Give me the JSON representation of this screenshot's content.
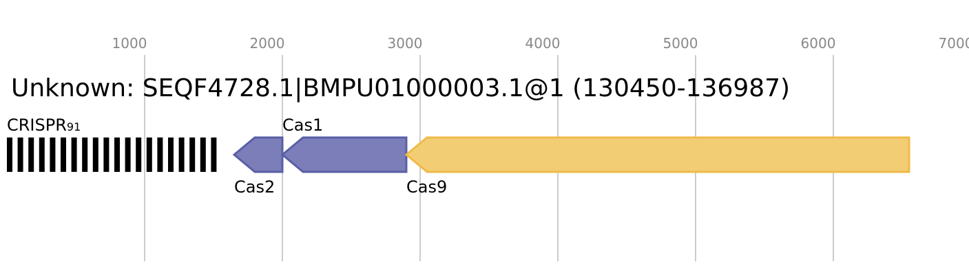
{
  "title": "Unknown: SEQF4728.1|BMPU01000003.1@1 (130450-136987)",
  "axis": {
    "ticks": [
      1000,
      2000,
      3000,
      4000,
      5000,
      6000,
      7000
    ],
    "tick_labels": [
      "1000",
      "2000",
      "3000",
      "4000",
      "5000",
      "6000",
      "7000"
    ]
  },
  "crispr": {
    "label": "CRISPR",
    "count": "91",
    "repeats": 20,
    "bar_color": "#000000"
  },
  "genes": [
    {
      "name": "Cas2",
      "start": 1650,
      "end": 2000,
      "strand": "-",
      "label_position": "below",
      "fill": "#7b7eb8",
      "stroke": "#5a5fa6"
    },
    {
      "name": "Cas1",
      "start": 2000,
      "end": 2900,
      "strand": "-",
      "label_position": "above",
      "fill": "#7b7eb8",
      "stroke": "#5a5fa6"
    },
    {
      "name": "Cas9",
      "start": 2900,
      "end": 6550,
      "strand": "-",
      "label_position": "below",
      "fill": "#f2cd73",
      "stroke": "#efbb49"
    }
  ],
  "colors": {
    "gridline": "#bbbbbb",
    "tick_text": "#888888"
  }
}
